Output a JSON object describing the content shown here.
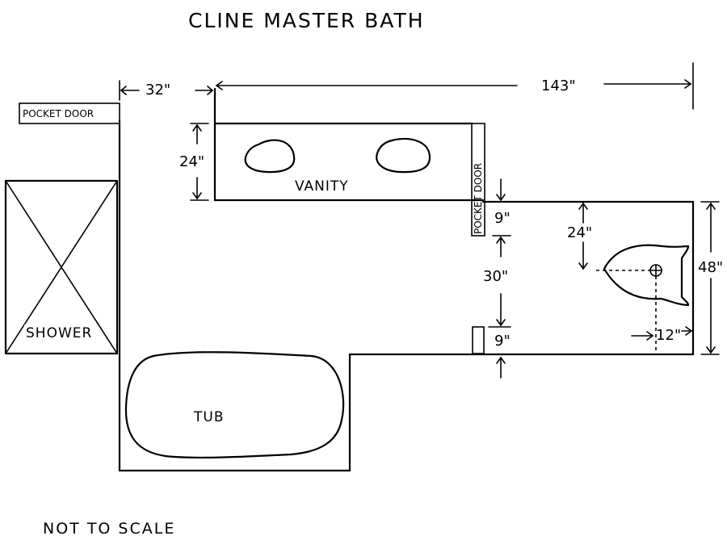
{
  "title": "CLINE MASTER BATH",
  "note": "NOT TO SCALE",
  "rooms": {
    "vanity": "VANITY",
    "shower": "SHOWER",
    "tub": "TUB",
    "pocket_door_top": "POCKET DOOR",
    "pocket_door_vertical": "POCKET DOOR"
  },
  "dimensions": {
    "door_gap": "32\"",
    "wall_length": "143\"",
    "vanity_depth": "24\"",
    "pocket_door_offset": "9\"",
    "opening": "30\"",
    "lower_offset": "9\"",
    "toilet_centerline": "24\"",
    "alcove_width": "48\"",
    "toilet_offset": "12\""
  }
}
